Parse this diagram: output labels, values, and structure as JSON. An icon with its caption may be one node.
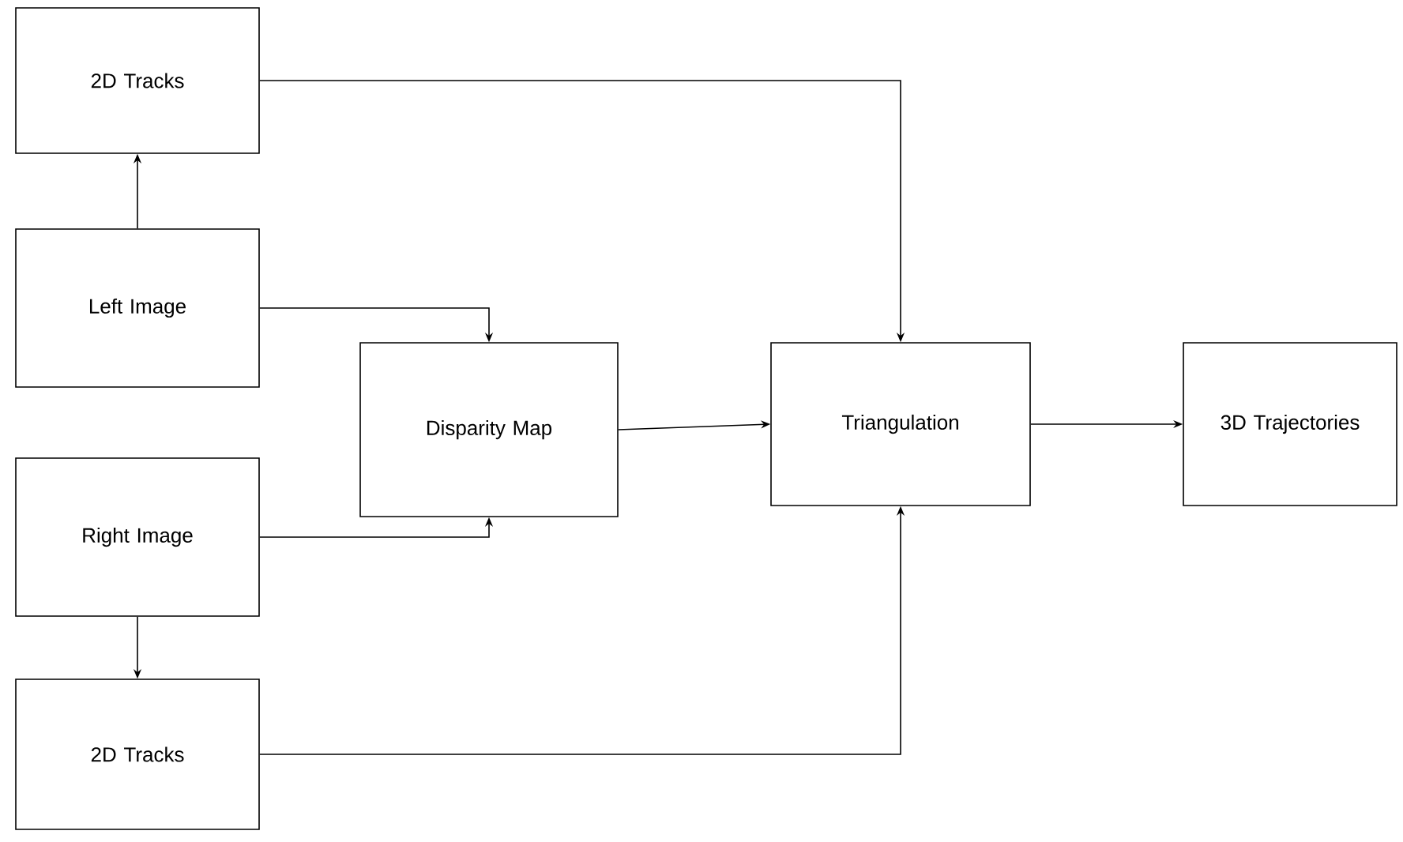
{
  "diagram": {
    "nodes": [
      {
        "text": [
          "2D Tracks"
        ]
      },
      {
        "text": [
          "Left Image"
        ]
      },
      {
        "text": [
          "Right Image"
        ]
      },
      {
        "text": [
          "2D Tracks"
        ]
      },
      {
        "text": [
          "Disparity Map"
        ]
      },
      {
        "text": [
          "Triangulation"
        ]
      },
      {
        "text": [
          "3D Trajectories"
        ]
      }
    ],
    "edges": [
      {
        "from": 1,
        "to": 0,
        "arrow": "to"
      },
      {
        "from": 1,
        "to": 4,
        "arrow": "to"
      },
      {
        "from": 2,
        "to": 4,
        "arrow": "to"
      },
      {
        "from": 2,
        "to": 3,
        "arrow": "to"
      },
      {
        "from": 0,
        "to": 5,
        "arrow": "to"
      },
      {
        "from": 3,
        "to": 5,
        "arrow": "to"
      },
      {
        "from": 4,
        "to": 5,
        "arrow": "to"
      },
      {
        "from": 5,
        "to": 6,
        "arrow": "to"
      }
    ]
  }
}
